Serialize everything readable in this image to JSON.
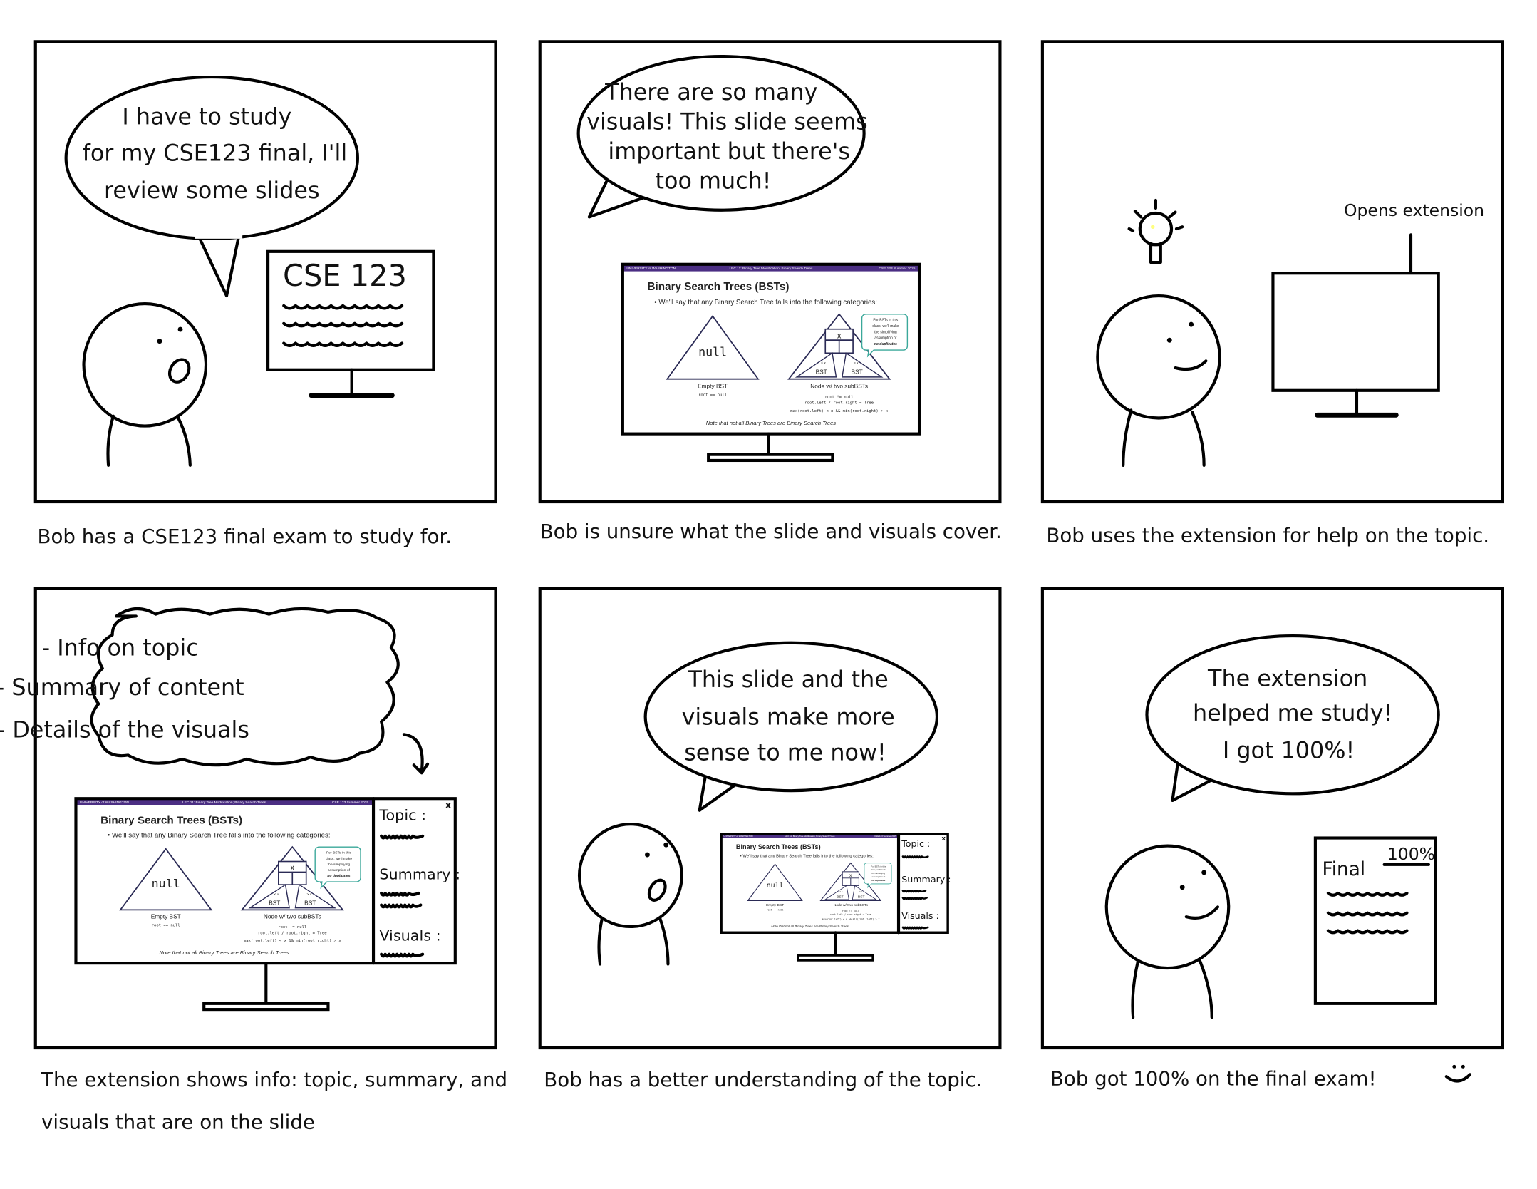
{
  "slide": {
    "header_left": "UNIVERSITY of WASHINGTON",
    "header_center": "LEC 11: Binary Tree Modification; Binary Search Trees",
    "header_right": "CSE 123 Summer 2025",
    "title": "Binary Search Trees (BSTs)",
    "bullet": "• We'll say that any Binary Search Tree falls into the following categories:",
    "null_label": "null",
    "empty_label": "Empty BST",
    "empty_code": "root == null",
    "node_x": "x",
    "less_x": "< x",
    "greater_x": "> x",
    "bst": "BST",
    "callout": [
      "For BSTs in this",
      "class, we'll make",
      "the simplifying",
      "assumption of",
      "no duplicates"
    ],
    "node_label": "Node w/ two subBSTs",
    "node_code": [
      "root != null",
      "root.left / root.right = Tree",
      "max(root.left) < x && min(root.right) > x"
    ],
    "note": "Note that not all Binary Trees are Binary Search Trees",
    "header_color": "#4b2e83",
    "callout_color": "#3aa89a"
  },
  "extension": {
    "close": "x",
    "topic": "Topic :",
    "summary": "Summary :",
    "visuals": "Visuals :"
  },
  "panels": [
    {
      "speech": [
        "I have to study",
        "for my CSE123 final, I'll",
        "review some slides"
      ],
      "monitor_text": "CSE 123",
      "caption": "Bob has a  CSE123  final  exam to study for."
    },
    {
      "speech": [
        "There are so many",
        "visuals! This slide seems",
        "important but there's",
        "too much!"
      ],
      "caption": "Bob is unsure what the slide and visuals cover."
    },
    {
      "annotation": "Opens extension",
      "caption": "Bob uses the extension for help on the topic.",
      "icon": "lightbulb-icon"
    },
    {
      "thought": [
        "- Info on topic",
        "- Summary of content",
        "- Details of the visuals"
      ],
      "caption": [
        "The extension shows info: topic, summary, and",
        "visuals that are on the slide"
      ]
    },
    {
      "speech": [
        "This slide and the",
        "visuals make more",
        "sense to me now!"
      ],
      "caption": "Bob has a better understanding of the topic."
    },
    {
      "speech": [
        "The extension",
        "helped me study!",
        "I got 100%!"
      ],
      "paper": {
        "title": "Final",
        "score": "100%"
      },
      "caption": "Bob got 100% on the final exam!",
      "icon": "smiley-icon"
    }
  ]
}
